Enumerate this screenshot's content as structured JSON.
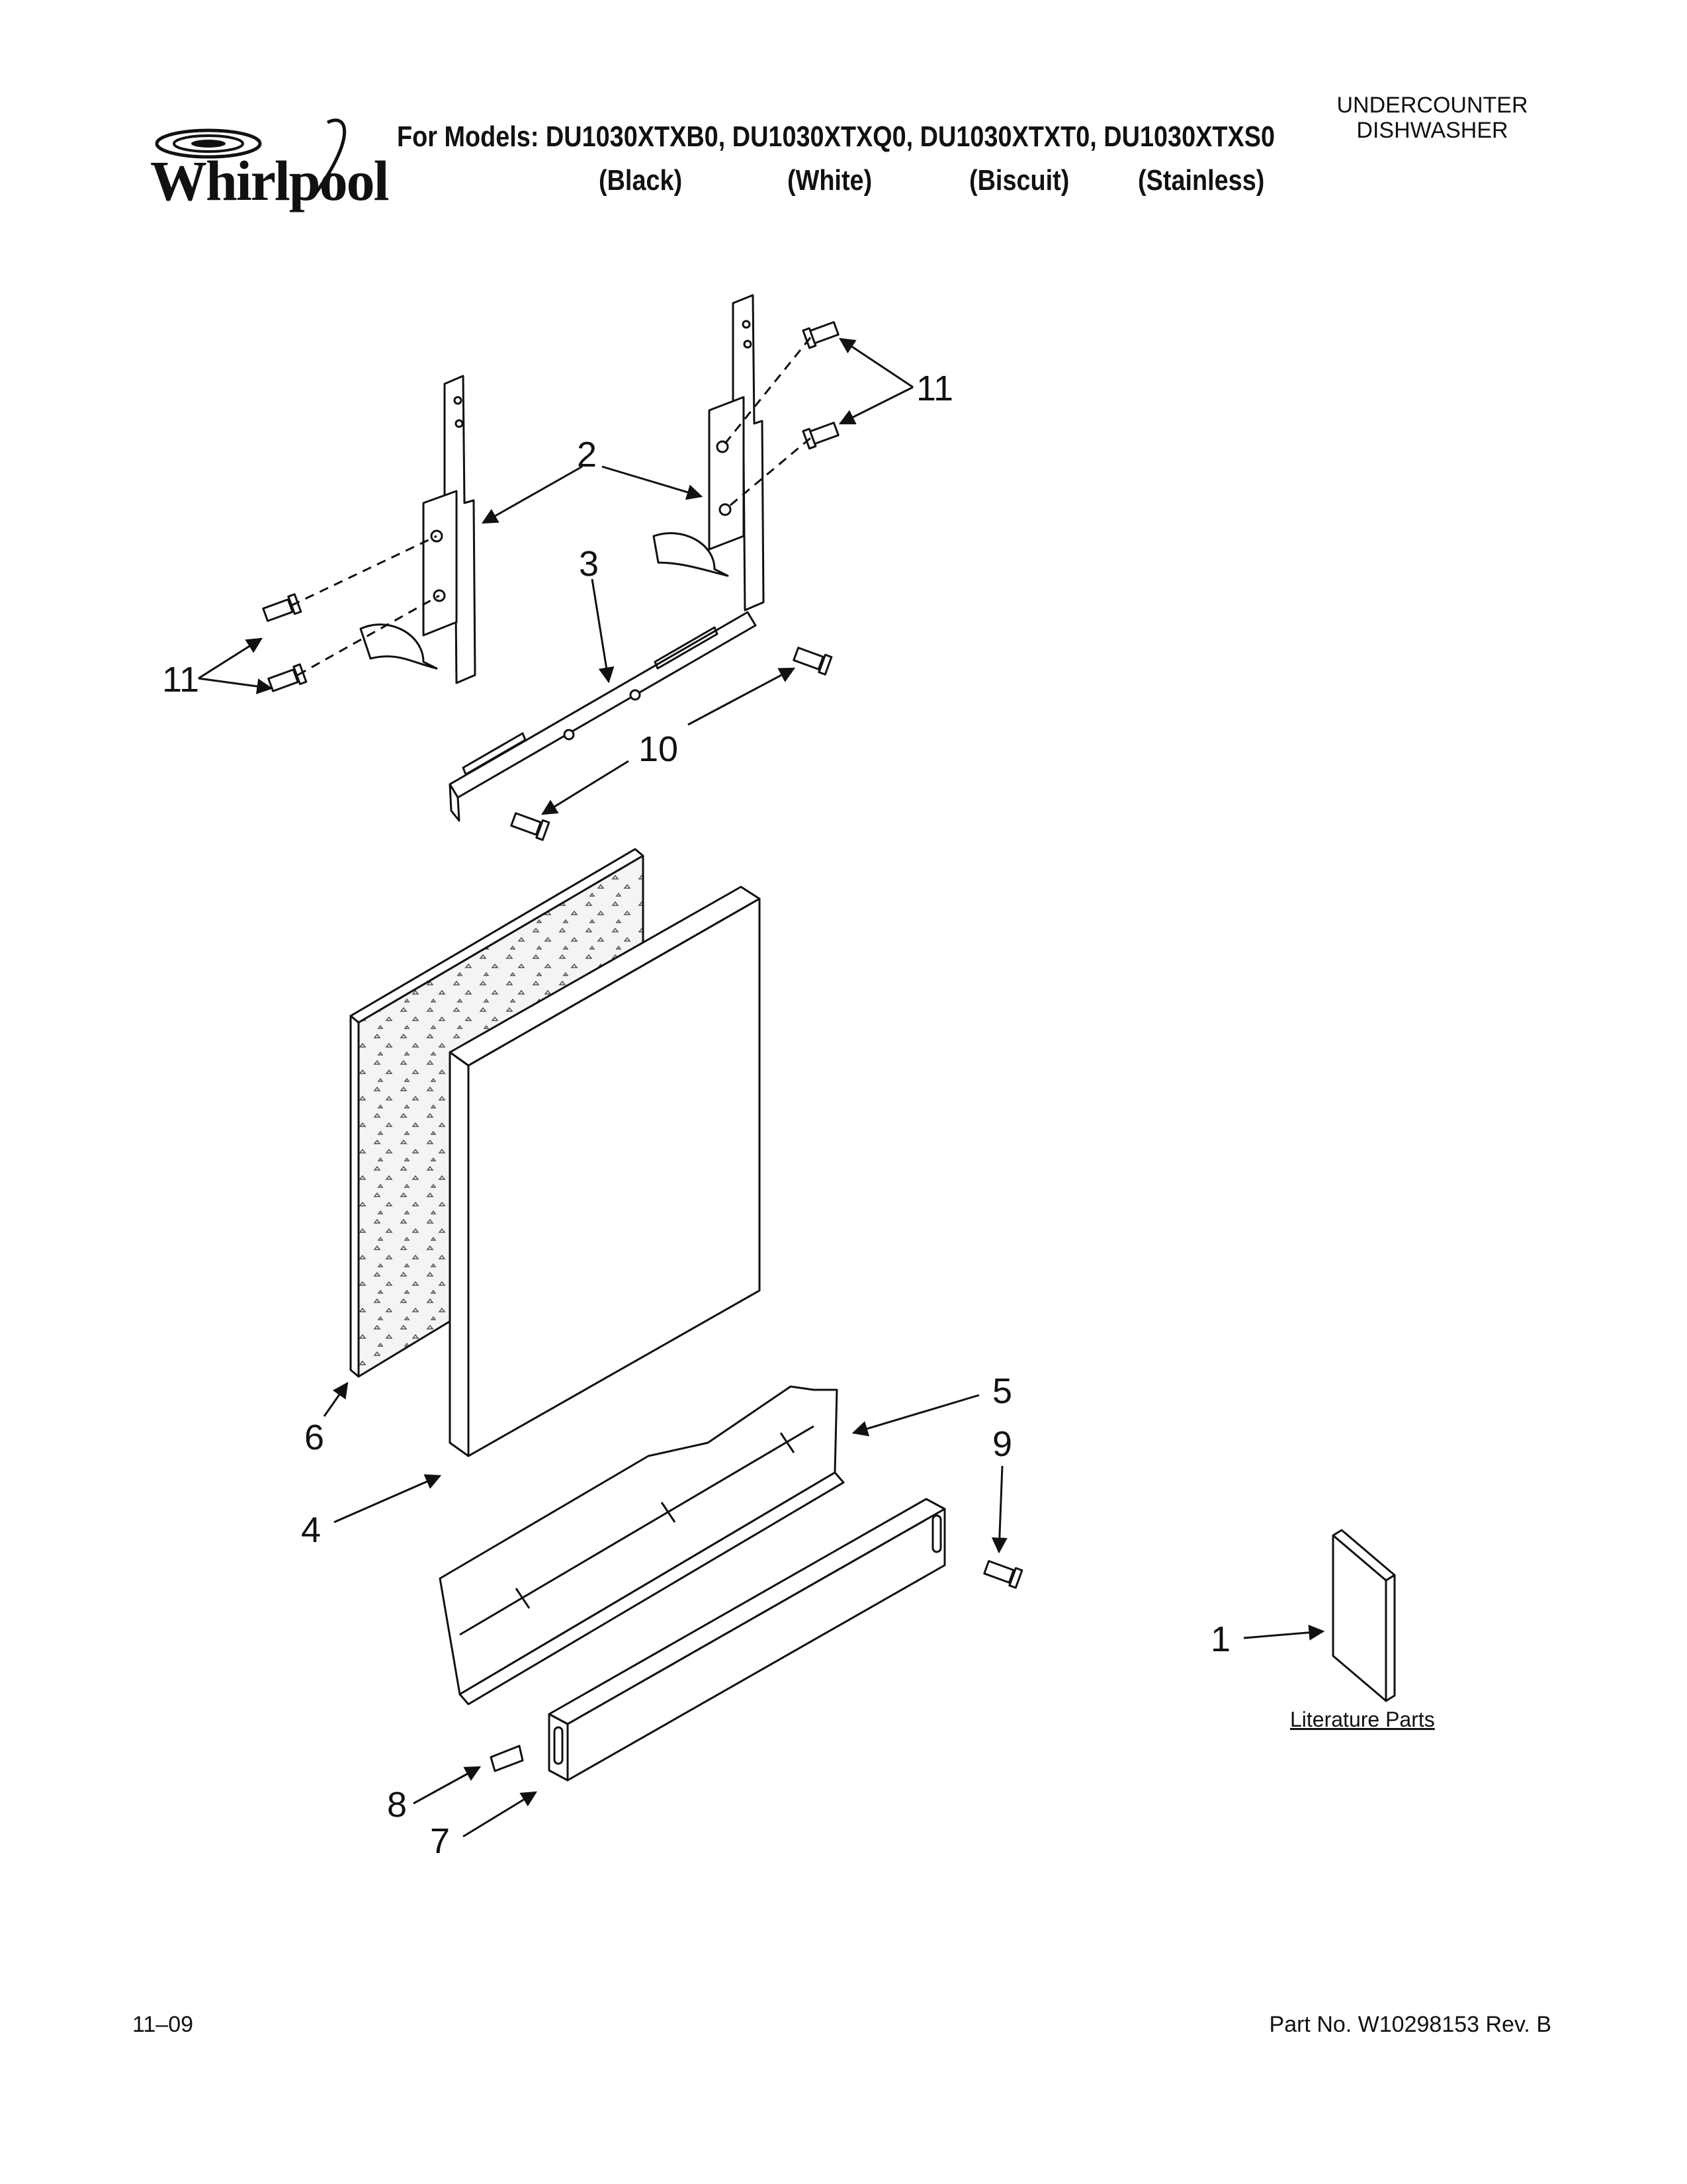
{
  "brand": {
    "logo_text": "Whirlpool"
  },
  "header": {
    "models_line": "For Models: DU1030XTXB0, DU1030XTXQ0, DU1030XTXT0, DU1030XTXS0",
    "colors": [
      "(Black)",
      "(White)",
      "(Biscuit)",
      "(Stainless)"
    ],
    "appliance_type_line1": "UNDERCOUNTER",
    "appliance_type_line2": "DISHWASHER"
  },
  "callouts": [
    "11",
    "2",
    "11",
    "3",
    "10",
    "6",
    "4",
    "5",
    "9",
    "8",
    "7",
    "1"
  ],
  "literature_label": "Literature Parts",
  "footer": {
    "date_code": "11–09",
    "part_number": "Part No. W10298153 Rev. B"
  }
}
